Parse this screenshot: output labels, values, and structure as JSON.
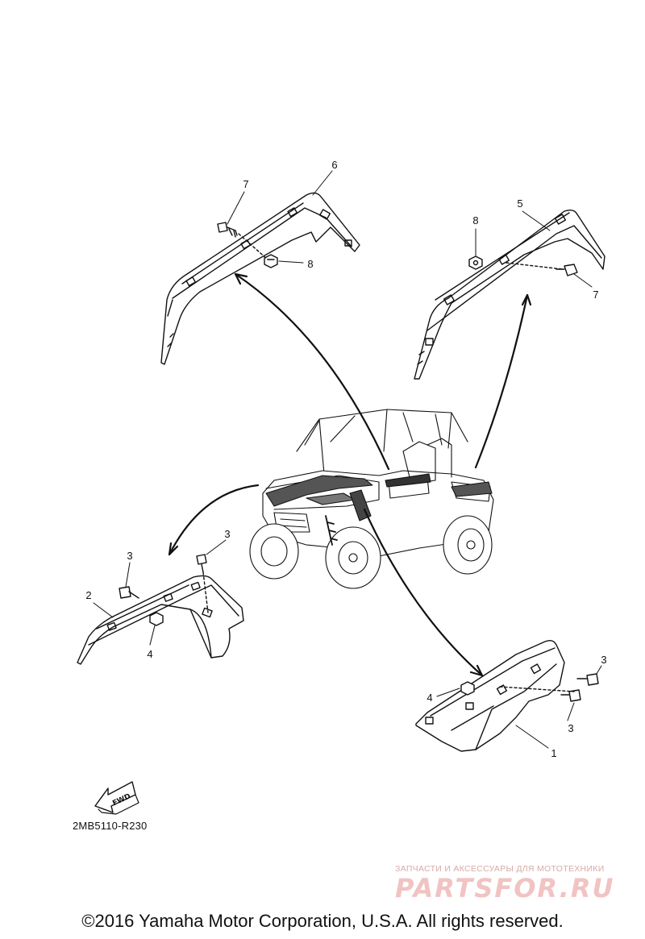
{
  "callouts": {
    "c7_top": "7",
    "c6": "6",
    "c8_left": "8",
    "c8_right": "8",
    "c5": "5",
    "c7_right": "7",
    "c3_a": "3",
    "c3_b": "3",
    "c2": "2",
    "c4_left": "4",
    "c3_c": "3",
    "c4_right": "4",
    "c3_d": "3",
    "c1": "1"
  },
  "fwd_label": "FWD",
  "part_number": "2MB5110-R230",
  "watermark": {
    "tagline": "ЗАПЧАСТИ И АКСЕССУАРЫ ДЛЯ МОТОТЕХНИКИ",
    "logo": "PARTSFOR.RU"
  },
  "copyright": "©2016 Yamaha Motor Corporation, U.S.A. All rights reserved.",
  "colors": {
    "line": "#111111",
    "watermark": "#f1c3c3"
  }
}
